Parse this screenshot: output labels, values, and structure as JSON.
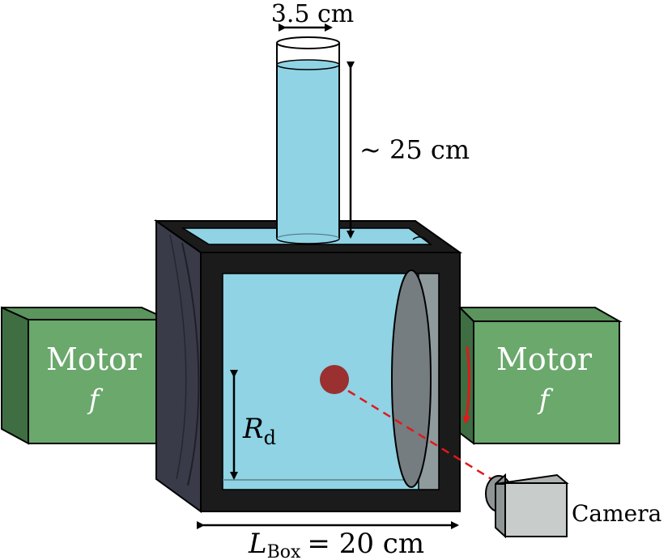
{
  "labels": {
    "tube_diameter": "3.5 cm",
    "tube_height": "~ 25 cm",
    "radius_main": "R",
    "radius_sub": "d",
    "box_length_main": "L",
    "box_length_sub": "Box",
    "box_length_value": "= 20 cm",
    "motor_left_title": "Motor",
    "motor_left_freq": "f",
    "motor_right_title": "Motor",
    "motor_right_freq": "f",
    "camera": "Camera"
  },
  "colors": {
    "water": "#8fd3e4",
    "box_frame": "#1b1b1b",
    "box_side": "#3a3b48",
    "motor_front": "#6aa86c",
    "motor_side": "#3e6e42",
    "disk": "#757d80",
    "particle": "#9a3030",
    "rotation_arrow": "#e0191b",
    "camera_body": "#c8cccb",
    "camera_side": "#8f9595"
  }
}
